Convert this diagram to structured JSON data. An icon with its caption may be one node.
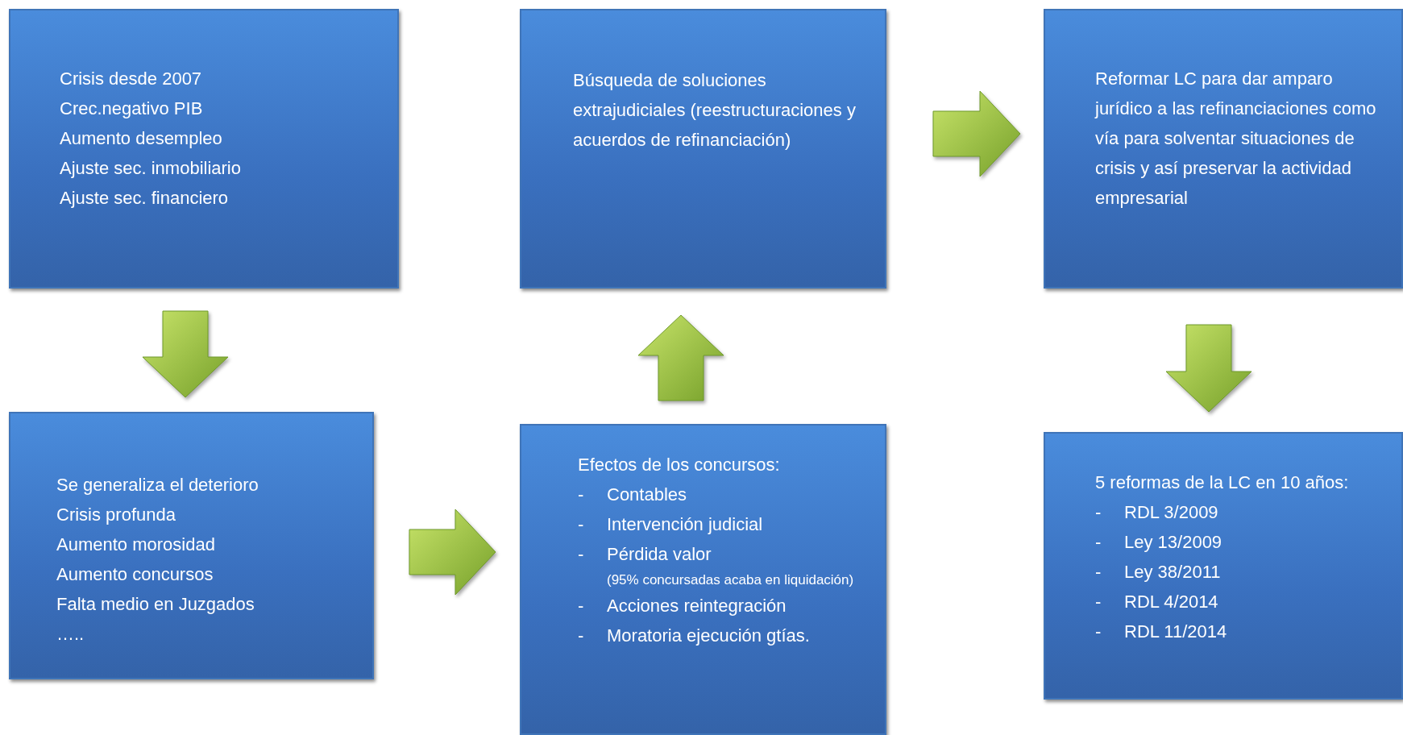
{
  "diagram": {
    "nodes": [
      {
        "text": [
          "Crisis desde 2007",
          "Crec.negativo PIB",
          "Aumento desempleo",
          "Ajuste sec. inmobiliario",
          "Ajuste sec. financiero"
        ]
      },
      {
        "text": [
          "Búsqueda de soluciones extrajudiciales (reestructuraciones y acuerdos de refinanciación)"
        ]
      },
      {
        "text": [
          "Reformar LC para dar amparo jurídico a las refinanciaciones como vía para solventar situaciones de crisis y así preservar la actividad empresarial"
        ]
      },
      {
        "text": [
          "Se generaliza el deterioro",
          "Crisis profunda",
          "Aumento morosidad",
          "Aumento concursos",
          "Falta medio en Juzgados",
          "….."
        ]
      },
      {
        "text": [
          "Efectos de los concursos:",
          "- Contables",
          "- Intervención judicial",
          "- Pérdida valor",
          "(95% concursadas acaba en liquidación)",
          "- Acciones reintegración",
          "- Moratoria ejecución gtías."
        ]
      },
      {
        "text": [
          "5 reformas de la LC en 10 años:",
          "- RDL 3/2009",
          "- Ley 13/2009",
          "- Ley 38/2011",
          "- RDL 4/2014",
          "- RDL 11/2014"
        ]
      }
    ],
    "edges": [
      {
        "from": 0,
        "to": 3,
        "arrow": "to"
      },
      {
        "from": 3,
        "to": 4,
        "arrow": "to"
      },
      {
        "from": 4,
        "to": 1,
        "arrow": "to"
      },
      {
        "from": 1,
        "to": 2,
        "arrow": "to"
      },
      {
        "from": 2,
        "to": 5,
        "arrow": "to"
      }
    ]
  }
}
